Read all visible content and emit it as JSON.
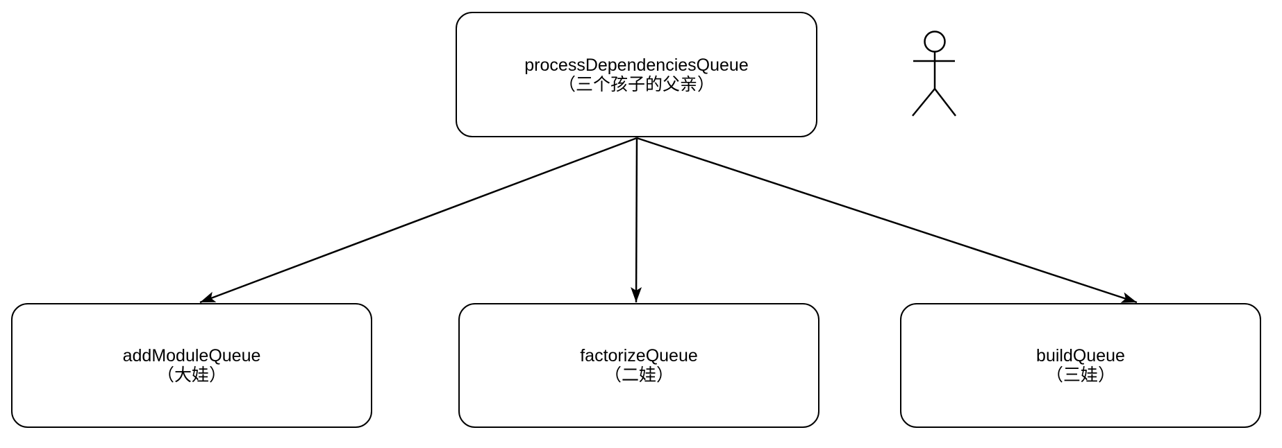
{
  "canvas": {
    "background_color": "#ffffff",
    "stroke_color": "#000000"
  },
  "nodes": {
    "parent": {
      "title": "processDependenciesQueue",
      "subtitle": "（三个孩子的父亲）"
    },
    "child_add_module": {
      "title": "addModuleQueue",
      "subtitle": "（大娃）"
    },
    "child_factorize": {
      "title": "factorizeQueue",
      "subtitle": "（二娃）"
    },
    "child_build": {
      "title": "buildQueue",
      "subtitle": "（三娃）"
    }
  },
  "edges": [
    {
      "from": "processDependenciesQueue",
      "to": "addModuleQueue"
    },
    {
      "from": "processDependenciesQueue",
      "to": "factorizeQueue"
    },
    {
      "from": "processDependenciesQueue",
      "to": "buildQueue"
    }
  ],
  "icons": {
    "actor": "stick-figure-actor-icon"
  }
}
